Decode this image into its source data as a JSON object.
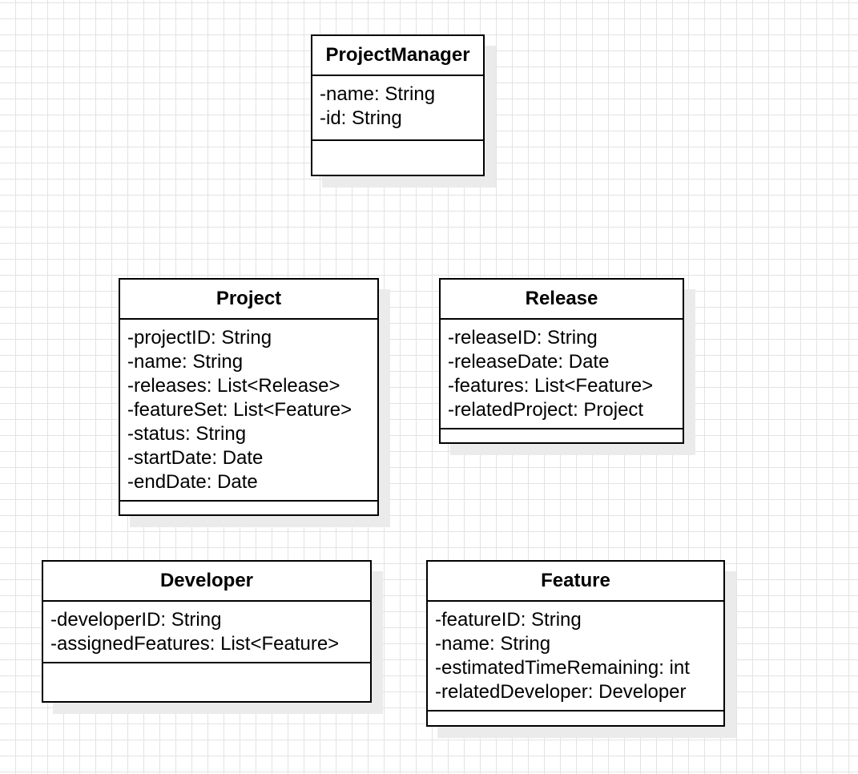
{
  "classes": [
    {
      "id": "project-manager",
      "name": "ProjectManager",
      "attributes": [
        "-name: String",
        "-id: String"
      ],
      "methods": []
    },
    {
      "id": "project",
      "name": "Project",
      "attributes": [
        "-projectID: String",
        "-name: String",
        "-releases: List<Release>",
        "-featureSet: List<Feature>",
        "-status: String",
        "-startDate: Date",
        "-endDate: Date"
      ],
      "methods": []
    },
    {
      "id": "release",
      "name": "Release",
      "attributes": [
        "-releaseID: String",
        "-releaseDate: Date",
        "-features: List<Feature>",
        "-relatedProject: Project"
      ],
      "methods": []
    },
    {
      "id": "developer",
      "name": "Developer",
      "attributes": [
        "-developerID: String",
        "-assignedFeatures: List<Feature>"
      ],
      "methods": []
    },
    {
      "id": "feature",
      "name": "Feature",
      "attributes": [
        "-featureID: String",
        "-name: String",
        "-estimatedTimeRemaining: int",
        "-relatedDeveloper: Developer"
      ],
      "methods": []
    }
  ]
}
